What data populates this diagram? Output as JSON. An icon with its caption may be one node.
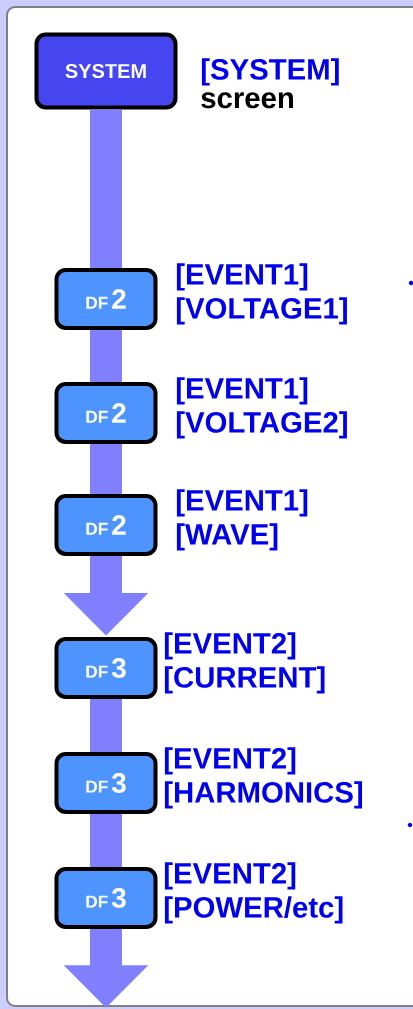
{
  "diagram": {
    "nodes": [
      {
        "text": [
          "SYSTEM"
        ],
        "beside": [
          "[SYSTEM]",
          "screen"
        ]
      },
      {
        "text": [
          "DF",
          "2"
        ],
        "beside": [
          "[EVENT1] [VOLTAGE1]"
        ]
      },
      {
        "text": [
          "DF",
          "2"
        ],
        "beside": [
          "[EVENT1] [VOLTAGE2]"
        ]
      },
      {
        "text": [
          "DF",
          "2"
        ],
        "beside": [
          "[EVENT1] [WAVE]"
        ]
      },
      {
        "text": [
          "DF",
          "3"
        ],
        "beside": [
          "[EVENT2] [CURRENT]"
        ]
      },
      {
        "text": [
          "DF",
          "3"
        ],
        "beside": [
          "[EVENT2] [HARMONICS]"
        ]
      },
      {
        "text": [
          "DF",
          "3"
        ],
        "beside": [
          "[EVENT2] [POWER/etc]"
        ]
      }
    ],
    "edges": [
      {
        "from": 0,
        "to": 1,
        "arrow": "none"
      },
      {
        "from": 1,
        "to": 2,
        "arrow": "none"
      },
      {
        "from": 2,
        "to": 3,
        "arrow": "none"
      },
      {
        "from": 3,
        "to": 4,
        "arrow": "to"
      },
      {
        "from": 4,
        "to": 5,
        "arrow": "none"
      },
      {
        "from": 5,
        "to": 6,
        "arrow": "none"
      },
      {
        "from": 6,
        "to": null,
        "arrow": "to"
      }
    ]
  }
}
